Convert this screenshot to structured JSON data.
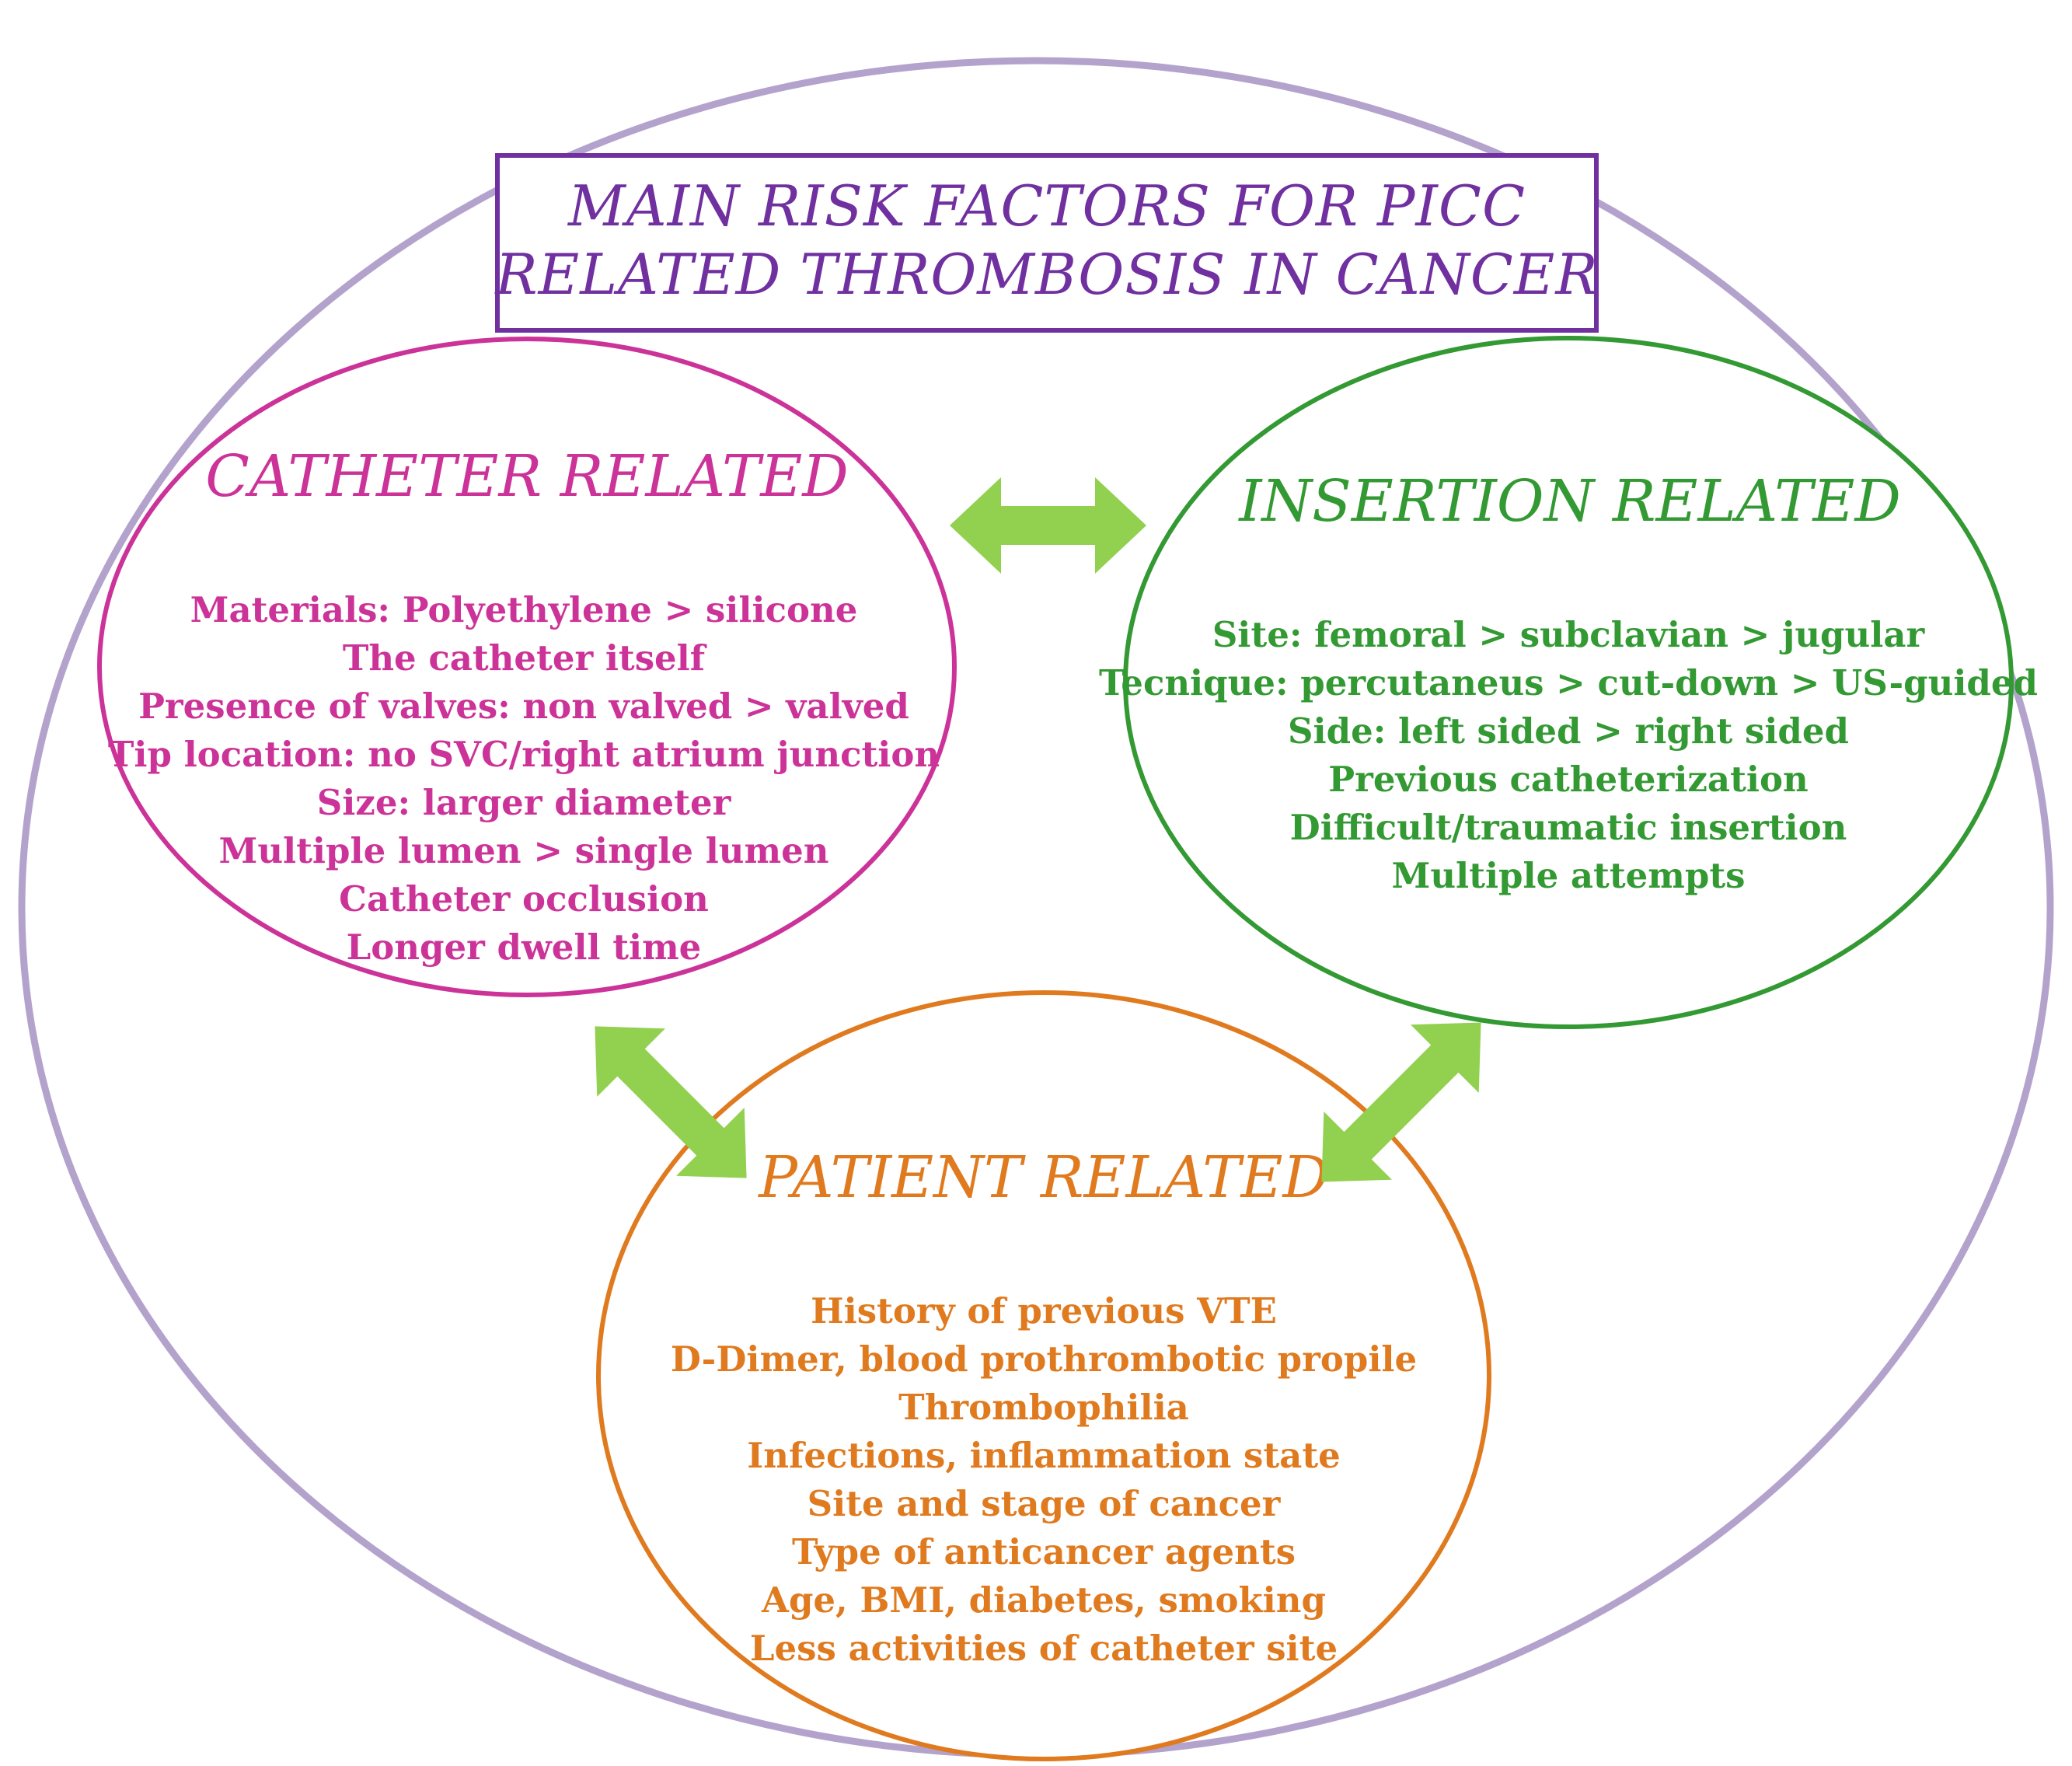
{
  "colors": {
    "outer": "#b3a3cc",
    "title": "#7030a0",
    "catheter": "#cc3399",
    "insertion": "#339933",
    "patient": "#e07a1f",
    "arrow": "#92d050"
  },
  "title": {
    "line1": "MAIN RISK FACTORS FOR PICC",
    "line2": "RELATED THROMBOSIS IN CANCER"
  },
  "catheter": {
    "heading": "CATHETER RELATED",
    "items": [
      "Materials: Polyethylene > silicone",
      "The catheter itself",
      "Presence of valves: non valved > valved",
      "Tip location: no SVC/right atrium junction",
      "Size: larger diameter",
      "Multiple lumen > single lumen",
      "Catheter occlusion",
      "Longer dwell time"
    ]
  },
  "insertion": {
    "heading": "INSERTION RELATED",
    "items": [
      "Site: femoral > subclavian > jugular",
      "Tecnique: percutaneus > cut-down > US-guided",
      "Side: left sided > right sided",
      "Previous catheterization",
      "Difficult/traumatic insertion",
      "Multiple attempts"
    ]
  },
  "patient": {
    "heading": "PATIENT RELATED",
    "items": [
      "History of previous VTE",
      "D-Dimer, blood prothrombotic propile",
      "Thrombophilia",
      "Infections, inflammation state",
      "Site and stage of cancer",
      "Type of anticancer agents",
      "Age, BMI, diabetes, smoking",
      "Less activities of catheter site"
    ]
  }
}
